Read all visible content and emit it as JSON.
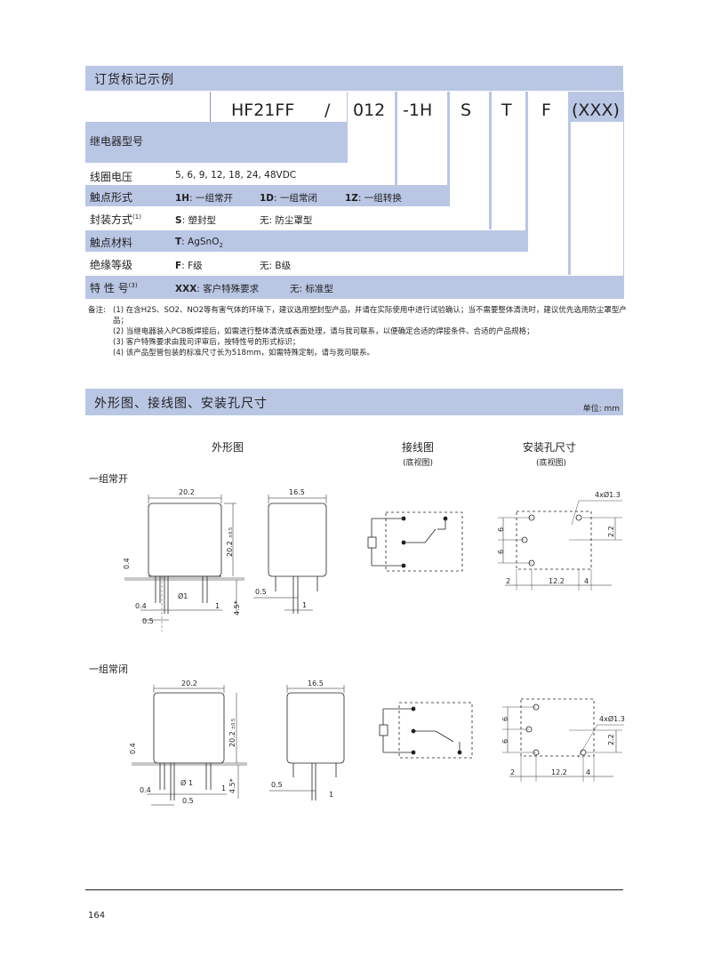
{
  "order": {
    "header": "订货标记示例",
    "codes": [
      "HF21FF",
      "/",
      "012",
      "-1H",
      "S",
      "T",
      "F",
      "(XXX)"
    ],
    "rows": [
      {
        "label": "继电器型号",
        "values": []
      },
      {
        "label": "线圈电压",
        "values": [
          {
            "text": "5, 6, 9, 12, 18, 24, 48VDC"
          }
        ]
      },
      {
        "label": "触点形式",
        "values": [
          {
            "key": "1H",
            "text": ": 一组常开"
          },
          {
            "key": "1D",
            "text": ": 一组常闭"
          },
          {
            "key": "1Z",
            "text": ": 一组转换"
          }
        ]
      },
      {
        "label": "封装方式",
        "sup": "(1)",
        "values": [
          {
            "key": "S",
            "text": ": 塑封型"
          },
          {
            "text": "无: 防尘罩型"
          }
        ]
      },
      {
        "label": "触点材料",
        "values": [
          {
            "key": "T",
            "text": ": AgSnO",
            "sub": "2"
          }
        ]
      },
      {
        "label": "绝缘等级",
        "values": [
          {
            "key": "F",
            "text": ":  F级"
          },
          {
            "text": "无:  B级"
          }
        ]
      },
      {
        "label": "特 性 号",
        "sup": "(3)",
        "values": [
          {
            "key": "XXX",
            "text": ": 客户特殊要求"
          },
          {
            "text": "无: 标准型"
          }
        ]
      }
    ]
  },
  "notes": {
    "prefix": "备注:",
    "items": [
      "(1) 在含H2S、SO2、NO2等有害气体的环境下，建议选用塑封型产品，并请在实际使用中进行试验确认；当不需要整体清洗时，建议优先选用防尘罩型产品；",
      "(2) 当继电器装入PCB板焊接后，如需进行整体清洗或表面处理，请与我司联系，以便确定合适的焊接条件、合适的产品规格；",
      "(3) 客户特殊要求由我司评审后，按特性号的形式标识；",
      "(4) 该产品型管包装的标准尺寸长为518mm，如需特殊定制，请与我司联系。"
    ]
  },
  "dims": {
    "header": "外形图、接线图、安装孔尺寸",
    "unit": "单位: mm",
    "col_titles": [
      "外形图",
      "接线图",
      "安装孔尺寸"
    ],
    "col_subs": [
      "(底视图)",
      "(底视图)"
    ],
    "groups": [
      "一组常开",
      "一组常闭"
    ],
    "labels": {
      "w202": "20.2",
      "w165": "16.5",
      "h202": "20.2",
      "tol": "±0.5",
      "d04": "0.4",
      "d05": "0.5",
      "d1": "1",
      "phi1": "Ø1",
      "phi1b": "Ø 1",
      "pin": "4.5*",
      "hole": "4xØ1.3",
      "s6": "6",
      "s22": "2.2",
      "s2": "2",
      "s122": "12.2",
      "s4": "4"
    }
  },
  "page_number": "164"
}
